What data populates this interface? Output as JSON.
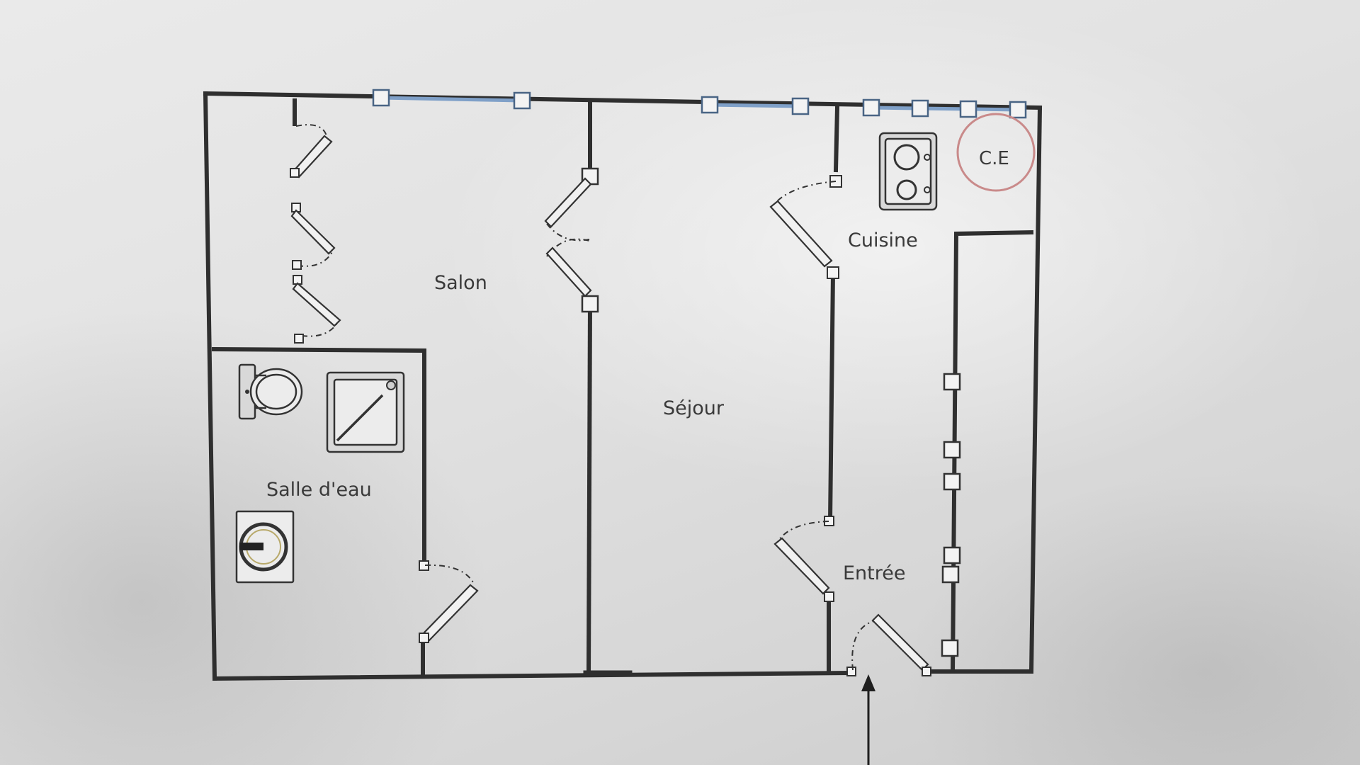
{
  "rooms": {
    "salon": "Salon",
    "sejour": "Séjour",
    "cuisine": "Cuisine",
    "salle_deau": "Salle d'eau",
    "entree": "Entrée",
    "ce": "C.E"
  },
  "colors": {
    "wall": "#2f2f2f",
    "window": "#7fa0c8",
    "ce_circle": "#c98a8a"
  },
  "icons": [
    "toilet-icon",
    "shower-icon",
    "sink-icon",
    "cooktop-icon",
    "entrance-arrow-icon"
  ]
}
